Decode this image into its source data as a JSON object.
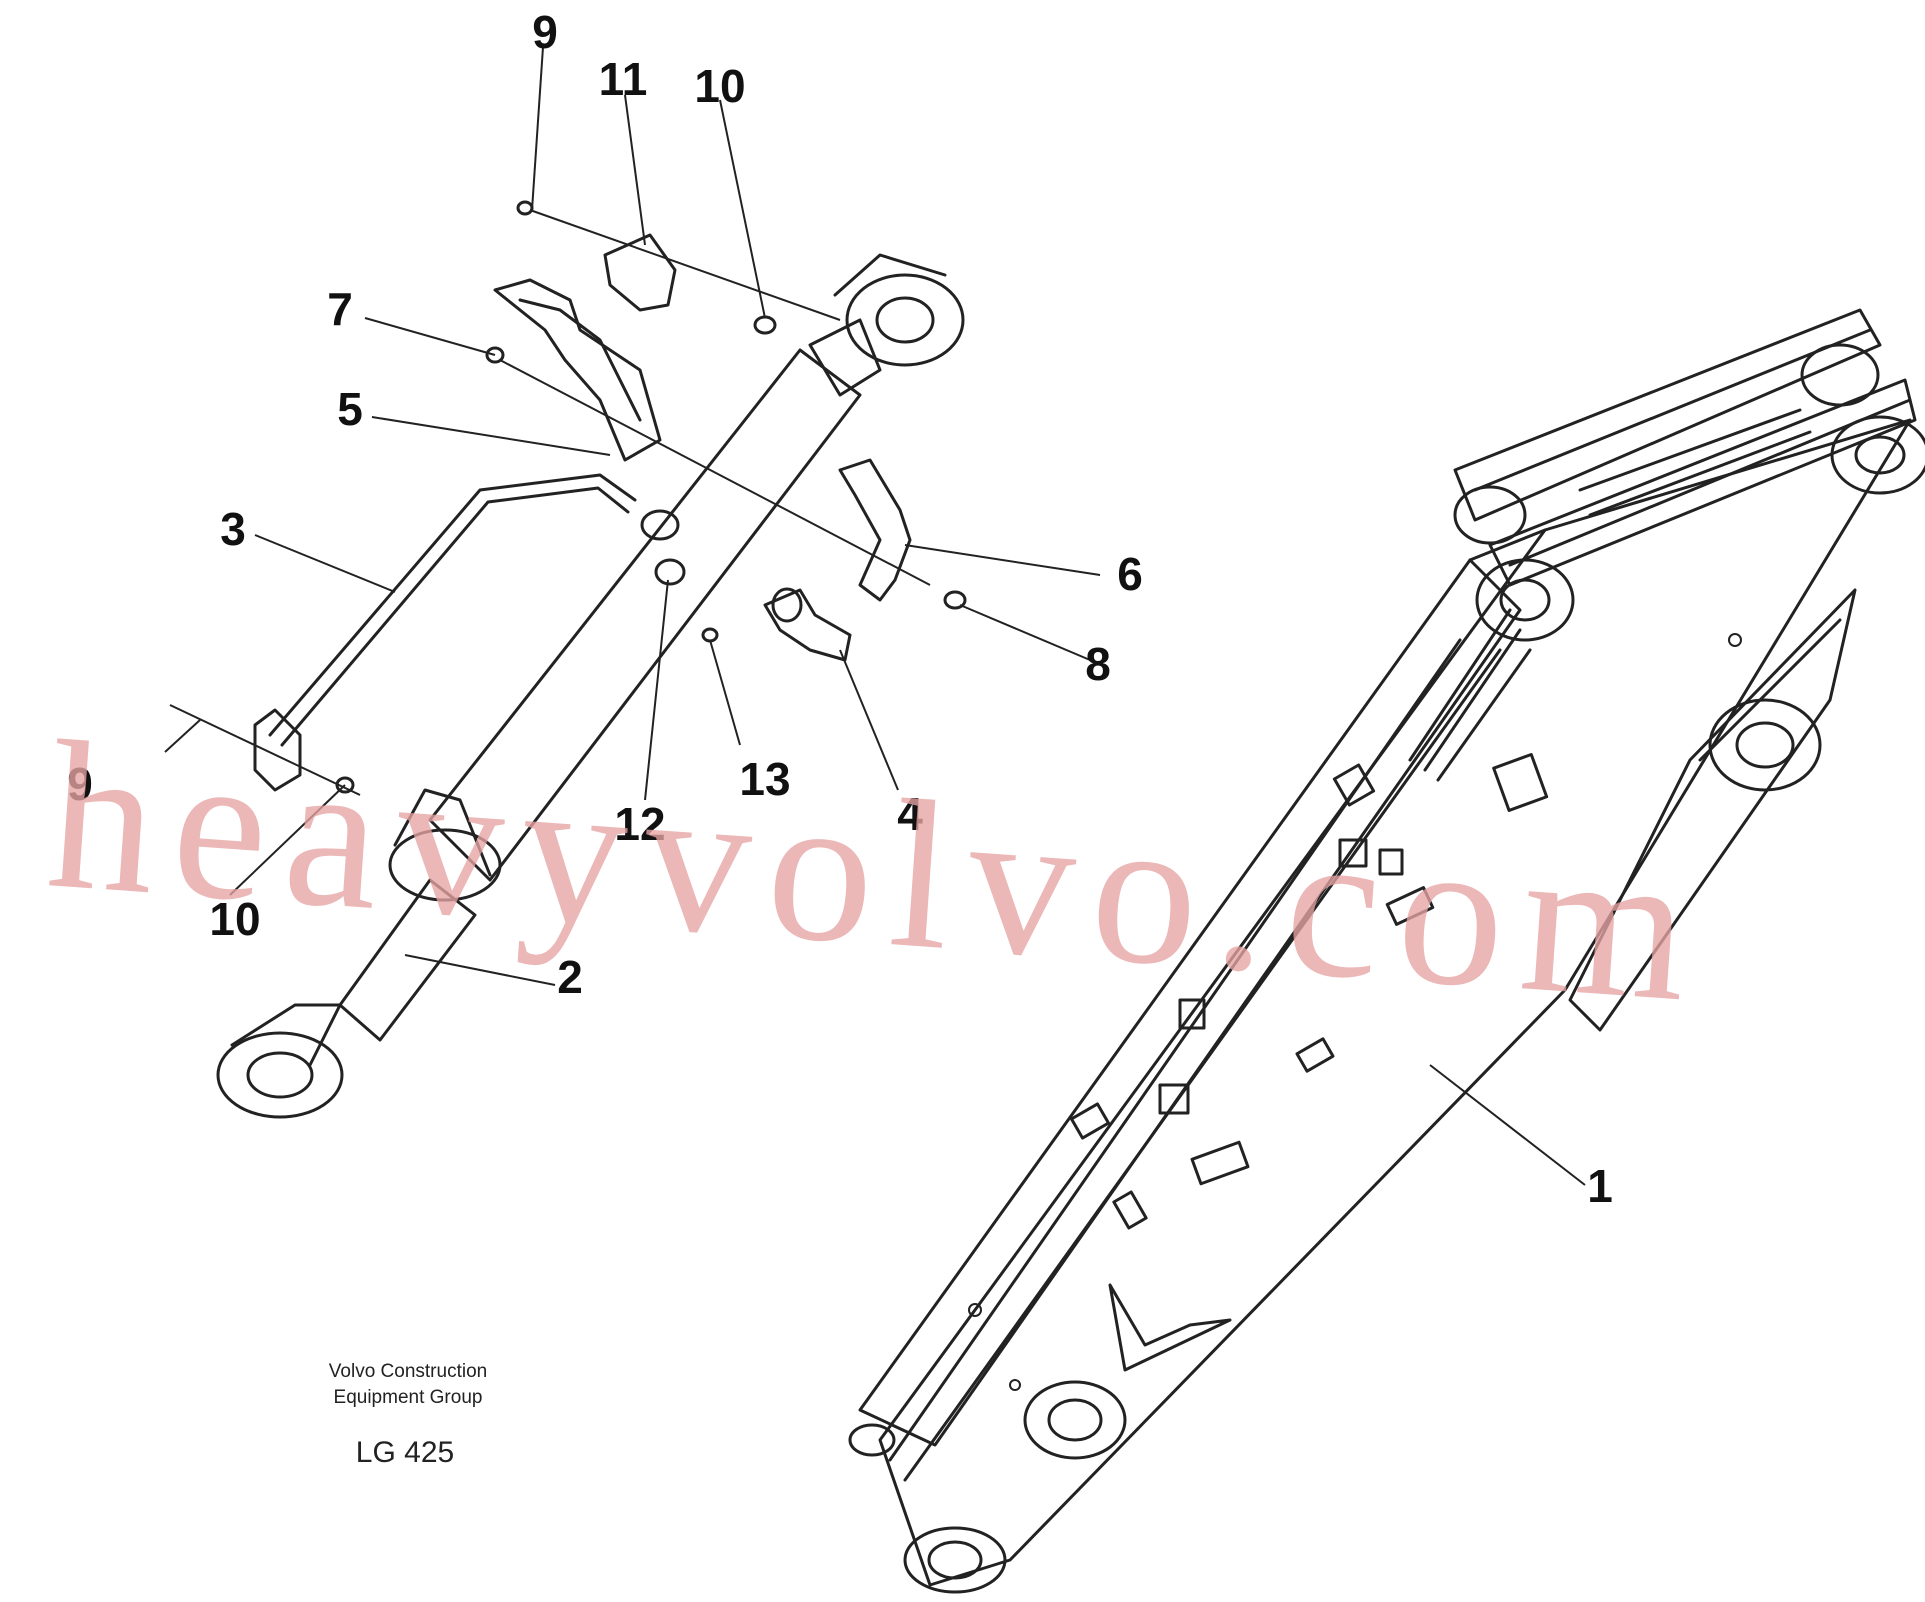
{
  "diagram": {
    "callouts": [
      {
        "id": "c9a",
        "label": "9"
      },
      {
        "id": "c11",
        "label": "11"
      },
      {
        "id": "c10a",
        "label": "10"
      },
      {
        "id": "c7",
        "label": "7"
      },
      {
        "id": "c5",
        "label": "5"
      },
      {
        "id": "c3",
        "label": "3"
      },
      {
        "id": "c6",
        "label": "6"
      },
      {
        "id": "c8",
        "label": "8"
      },
      {
        "id": "c13",
        "label": "13"
      },
      {
        "id": "c12",
        "label": "12"
      },
      {
        "id": "c4",
        "label": "4"
      },
      {
        "id": "c9b",
        "label": "9"
      },
      {
        "id": "c10b",
        "label": "10"
      },
      {
        "id": "c2",
        "label": "2"
      },
      {
        "id": "c1",
        "label": "1"
      }
    ],
    "credit_line1": "Volvo Construction",
    "credit_line2": "Equipment Group",
    "drawing_code": "LG 425"
  },
  "watermark": "heavyvolvo.com",
  "colors": {
    "line": "#222222",
    "watermark": "#e6a3a3",
    "background": "#ffffff"
  }
}
